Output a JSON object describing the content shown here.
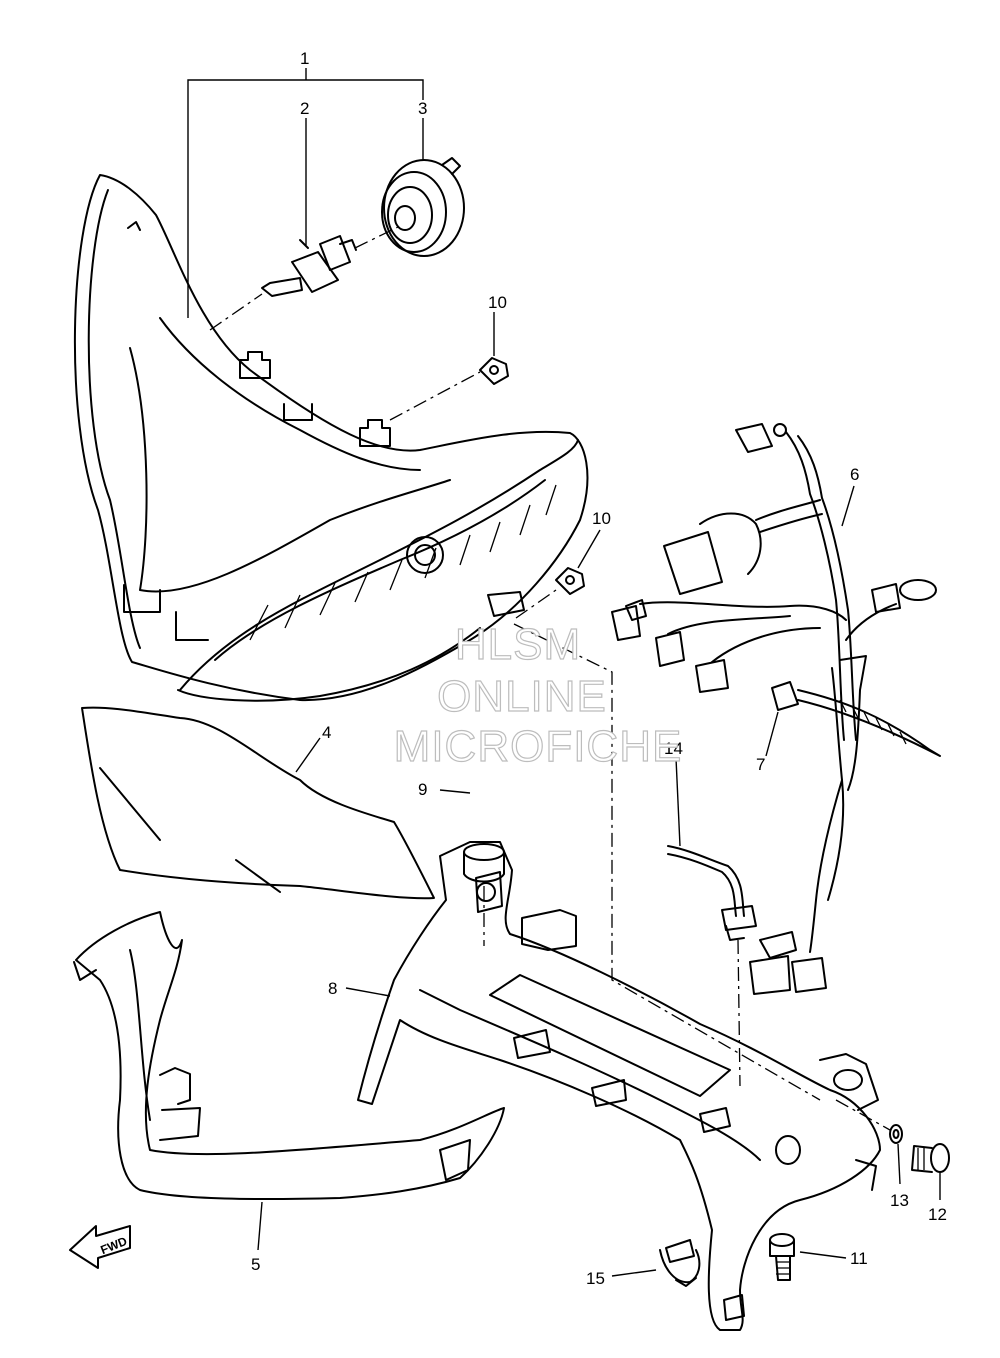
{
  "callouts": {
    "c1": "1",
    "c2": "2",
    "c3": "3",
    "c4": "4",
    "c5": "5",
    "c6": "6",
    "c7": "7",
    "c8": "8",
    "c9": "9",
    "c10a": "10",
    "c10b": "10",
    "c11": "11",
    "c12": "12",
    "c13": "13",
    "c14": "14",
    "c15": "15"
  },
  "watermark": {
    "line1": "HLSM",
    "line2": "ONLINE",
    "line3": "MICROFICHE"
  },
  "fwd_label": "FWD"
}
